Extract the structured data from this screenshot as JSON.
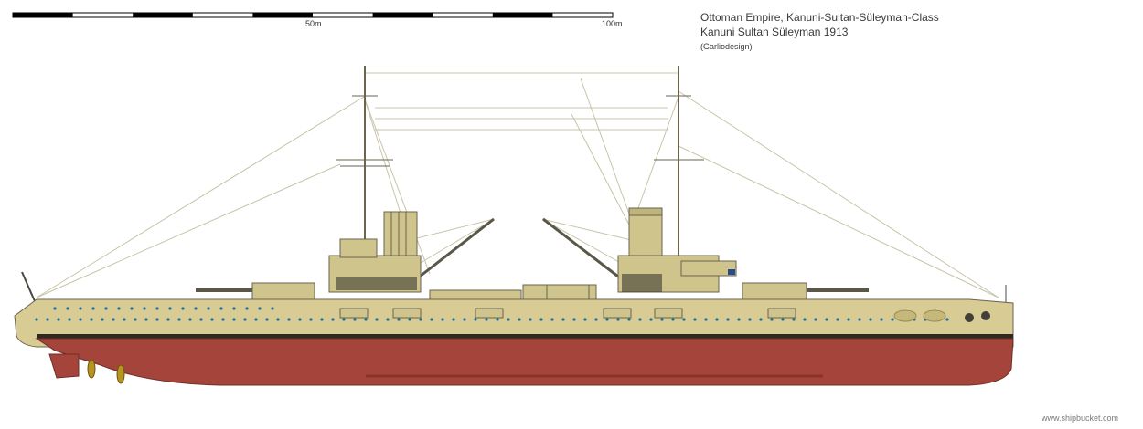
{
  "scale": {
    "label_mid": "50m",
    "label_end": "100m"
  },
  "header": {
    "line1": "Ottoman Empire, Kanuni-Sultan-Süleyman-Class",
    "line2": "Kanuni Sultan Süleyman 1913",
    "line3": "(Garliodesign)"
  },
  "footer": {
    "credit": "www.shipbucket.com"
  },
  "colors": {
    "hull_upper": "#d8cc94",
    "hull_lower": "#a5443a",
    "boot_top": "#2e2a22",
    "superstructure": "#cfc48c",
    "outline": "#6a6450",
    "rigging": "#c8c4a8",
    "porthole": "#2a6a8a"
  }
}
